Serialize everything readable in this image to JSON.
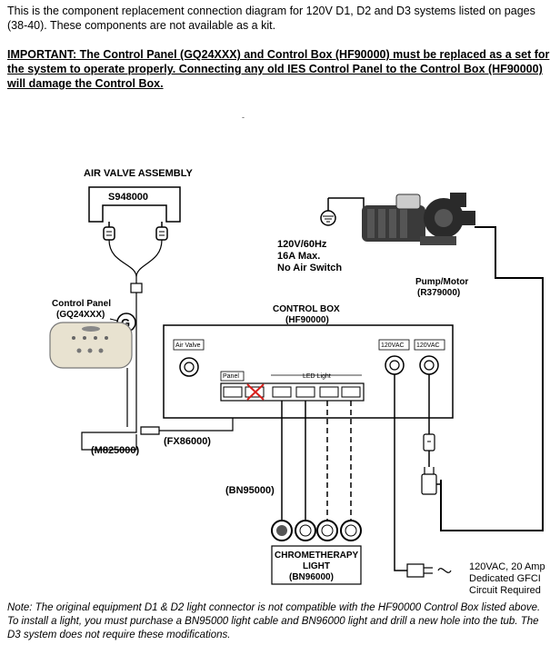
{
  "intro": "This is the component replacement connection diagram for 120V D1, D2 and D3 systems listed on pages (38-40). These components are not available as a kit.",
  "important": "IMPORTANT: The Control Panel (GQ24XXX) and Control Box (HF90000) must be replaced as a set for the system to operate properly. Connecting any old IES Control Panel to the Control Box (HF90000) will damage the Control Box.",
  "stray_mark": "-",
  "diagram": {
    "air_valve_assembly": "AIR VALVE ASSEMBLY",
    "air_valve_part": "S948000",
    "pump_spec": [
      "120V/60Hz",
      "16A Max.",
      "No Air Switch"
    ],
    "pump_label": [
      "Pump/Motor",
      "(R379000)"
    ],
    "control_panel_label": [
      "Control Panel",
      "(GQ24XXX)"
    ],
    "ground_symbol": "G",
    "control_box_label": [
      "CONTROL BOX",
      "(HF90000)"
    ],
    "port_air_valve": "Air Valve",
    "port_120vac_1": "120VAC",
    "port_120vac_2": "120VAC",
    "port_panel": "Panel",
    "port_led_light": "LED Light",
    "fx_cable": "(FX86000)",
    "m_cable": "(M825000)",
    "bn_cable": "(BN95000)",
    "chromo_label": [
      "CHROMETHERAPY",
      "LIGHT",
      "(BN96000)"
    ],
    "gfci_label": [
      "120VAC, 20 Amp",
      "Dedicated GFCI",
      "Circuit Required"
    ]
  },
  "note": "Note: The original equipment D1 & D2 light connector is not compatible with the HF90000 Control Box listed above. To install a light, you must purchase a BN95000 light cable and BN96000 light and drill a new hole into the tub. The D3 system does not require these modifications."
}
